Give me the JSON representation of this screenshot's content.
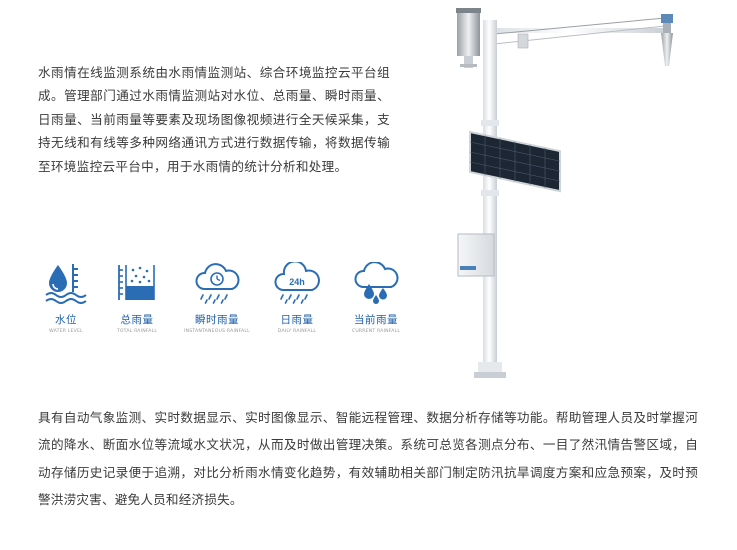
{
  "intro_text": "水雨情在线监测系统由水雨情监测站、综合环境监控云平台组成。管理部门通过水雨情监测站对水位、总雨量、瞬时雨量、日雨量、当前雨量等要素及现场图像视频进行全天候采集，支持无线和有线等多种网络通讯方式进行数据传输，将数据传输至环境监控云平台中，用于水雨情的统计分析和处理。",
  "features": [
    {
      "icon": "water-level-icon",
      "label": "水位",
      "label_en": "WATER LEVEL"
    },
    {
      "icon": "total-rainfall-icon",
      "label": "总雨量",
      "label_en": "TOTAL RAINFALL"
    },
    {
      "icon": "instant-rainfall-icon",
      "label": "瞬时雨量",
      "label_en": "INSTANTANEOUS RAINFALL"
    },
    {
      "icon": "daily-rainfall-icon",
      "label": "日雨量",
      "label_en": "DAILY RAINFALL",
      "badge": "24h"
    },
    {
      "icon": "current-rainfall-icon",
      "label": "当前雨量",
      "label_en": "CURRENT RAINFALL"
    }
  ],
  "description_text": "具有自动气象监测、实时数据显示、实时图像显示、智能远程管理、数据分析存储等功能。帮助管理人员及时掌握河流的降水、断面水位等流域水文状况，从而及时做出管理决策。系统可总览各测点分布、一目了然汛情告警区域，自动存储历史记录便于追溯，对比分析雨水情变化趋势，有效辅助相关部门制定防汛抗旱调度方案和应急预案，及时预警洪涝灾害、避免人员和经济损失。",
  "colors": {
    "accent": "#1f5fa8",
    "text": "#3a3a3a"
  }
}
